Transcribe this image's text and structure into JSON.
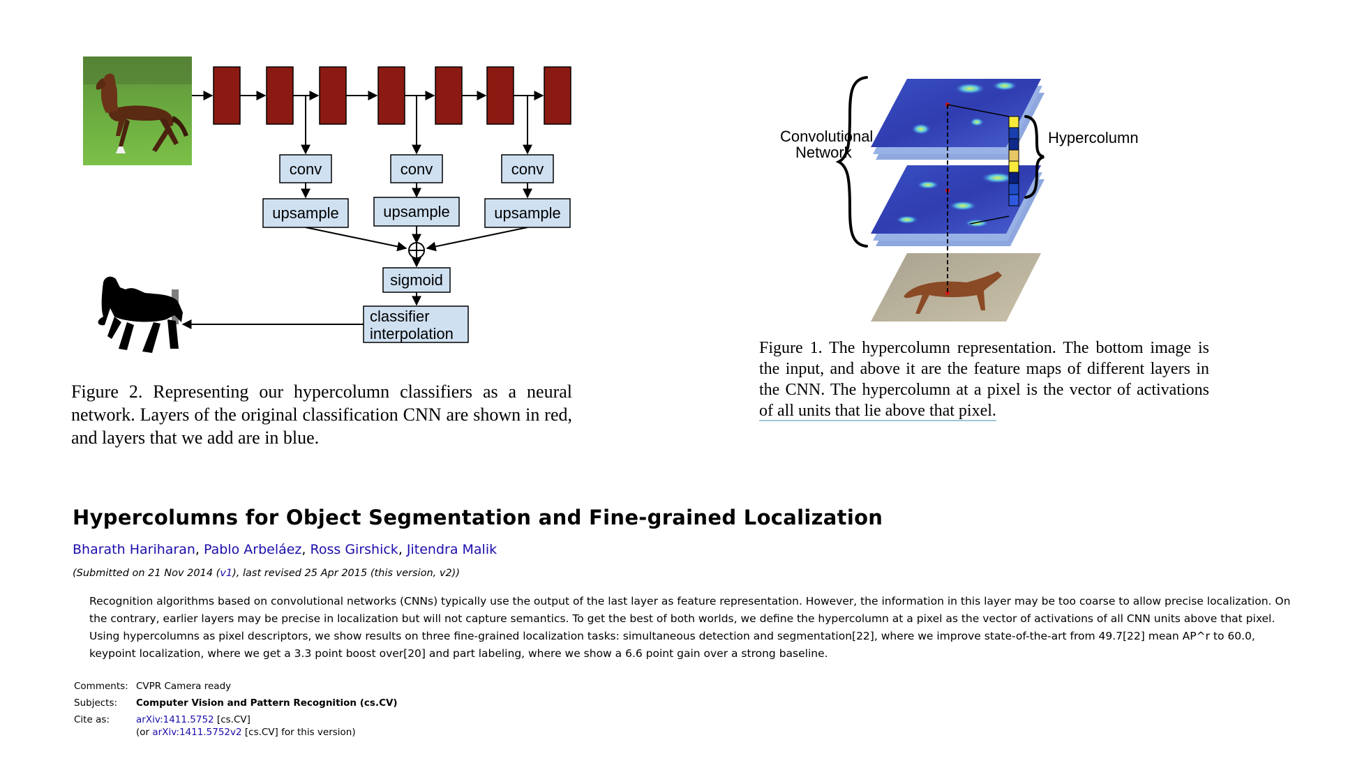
{
  "figure2": {
    "nodes": {
      "conv": "conv",
      "upsample": "upsample",
      "sigmoid": "sigmoid",
      "classifier_line1": "classifier",
      "classifier_line2": "interpolation"
    },
    "colors": {
      "cnn_layer": "#8b1a12",
      "added_layer": "#cfe0f1"
    },
    "caption": "Figure 2. Representing our hypercolumn classifiers as a neural network. Layers of the original classification CNN are shown in red, and layers that we add are in blue."
  },
  "figure1": {
    "label_left_1": "Convolutional",
    "label_left_2": "Network",
    "label_right": "Hypercolumn",
    "caption": {
      "line1": "Figure 1. The hypercolumn representation. The bottom image is",
      "line2": "the input, and above it are the feature maps of different layers in",
      "line3": "the CNN. The hypercolumn at a pixel is the vector of activations",
      "line4": "of all units that lie above that pixel."
    }
  },
  "paper": {
    "title": "Hypercolumns for Object Segmentation and Fine-grained Localization",
    "authors": [
      "Bharath Hariharan",
      "Pablo Arbeláez",
      "Ross Girshick",
      "Jitendra Malik"
    ],
    "author_sep": ", ",
    "dateline": {
      "pre": "(Submitted on 21 Nov 2014 (",
      "link": "v1",
      "post": "), last revised 25 Apr 2015 (this version, v2))"
    },
    "abstract": "Recognition algorithms based on convolutional networks (CNNs) typically use the output of the last layer as feature representation. However, the information in this layer may be too coarse to allow precise localization. On the contrary, earlier layers may be precise in localization but will not capture semantics. To get the best of both worlds, we define the hypercolumn at a pixel as the vector of activations of all CNN units above that pixel. Using hypercolumns as pixel descriptors, we show results on three fine-grained localization tasks: simultaneous detection and segmentation[22], where we improve state-of-the-art from 49.7[22] mean AP^r to 60.0, keypoint localization, where we get a 3.3 point boost over[20] and part labeling, where we show a 6.6 point gain over a strong baseline.",
    "meta": {
      "comments_label": "Comments:",
      "comments": "CVPR Camera ready",
      "subjects_label": "Subjects:",
      "subjects": "Computer Vision and Pattern Recognition (cs.CV)",
      "cite_label": "Cite as:",
      "cite_link": "arXiv:1411.5752",
      "cite_suffix": " [cs.CV]",
      "cite2_pre": "(or ",
      "cite2_link": "arXiv:1411.5752v2",
      "cite2_post": " [cs.CV] for this version)"
    }
  }
}
